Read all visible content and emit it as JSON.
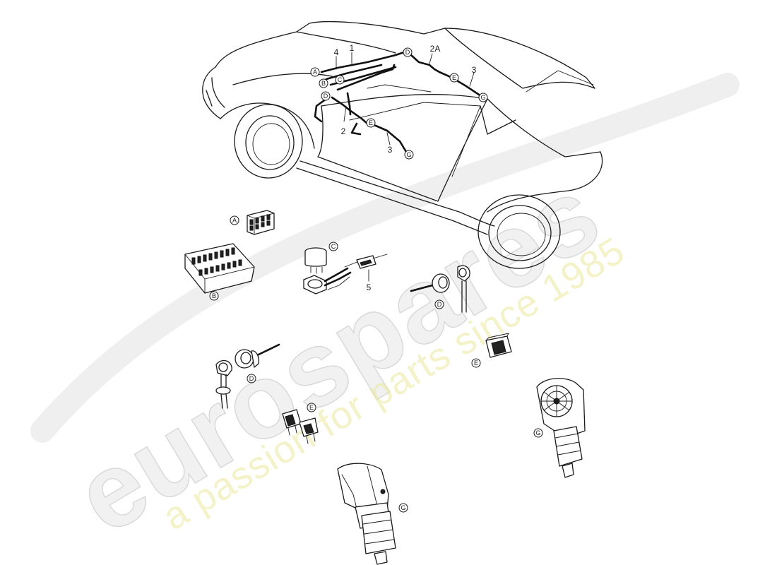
{
  "diagram": {
    "callouts": {
      "top_A": "A",
      "top_B": "B",
      "top_C": "C",
      "top_D1": "D",
      "top_D2": "D",
      "top_E1": "E",
      "top_E2": "E",
      "top_G1": "G",
      "top_G2": "G",
      "part_A": "A",
      "part_B": "B",
      "part_C": "C",
      "part_D1": "D",
      "part_D2": "D",
      "part_E1": "E",
      "part_E2": "E",
      "part_G1": "G",
      "part_G2": "G"
    },
    "numbers": {
      "n1": "1",
      "n4": "4",
      "n2": "2",
      "n2A": "2A",
      "n3a": "3",
      "n3b": "3",
      "n5": "5"
    }
  },
  "watermark": {
    "brand": "eurospares",
    "tagline": "a passion for parts since 1985"
  },
  "colors": {
    "ink": "#1a1a1a",
    "watermark_brand": "#e6e6e6",
    "watermark_tagline": "#e9e79a"
  }
}
